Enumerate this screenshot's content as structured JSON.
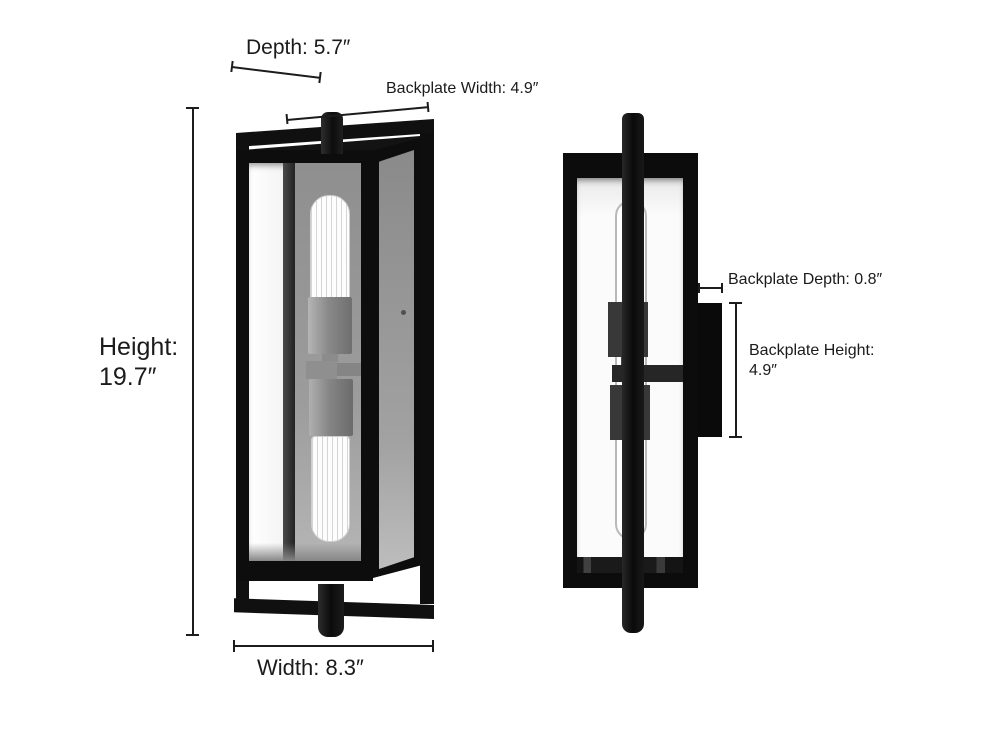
{
  "page": {
    "description": "Product dimension diagram of a two-light rectangular wall sconce, front and side views",
    "background": "#ffffff"
  },
  "colors": {
    "fixture_black": "#0d0d0d",
    "inner_panel_gray": "#979797",
    "socket_gray": "#8f8f8f",
    "silhouette_gray": "#383838",
    "annotation_line": "#1c1c1c",
    "glass_white": "#fbfbfb"
  },
  "views": {
    "front": {
      "alt": "Front three-quarter view of caged two-bulb wall sconce"
    },
    "side": {
      "alt": "Side profile view of wall sconce with backplate"
    }
  },
  "annotations": {
    "depth": {
      "text": "Depth: 5.7″",
      "value_in": 5.7
    },
    "backplate_width": {
      "text": "Backplate Width: 4.9″",
      "value_in": 4.9
    },
    "height": {
      "line1": "Height:",
      "line2": "19.7″",
      "value_in": 19.7
    },
    "width": {
      "text": "Width: 8.3″",
      "value_in": 8.3
    },
    "backplate_depth": {
      "text": "Backplate Depth: 0.8″",
      "value_in": 0.8
    },
    "backplate_height": {
      "line1": "Backplate Height:",
      "line2": "4.9″",
      "value_in": 4.9
    }
  }
}
